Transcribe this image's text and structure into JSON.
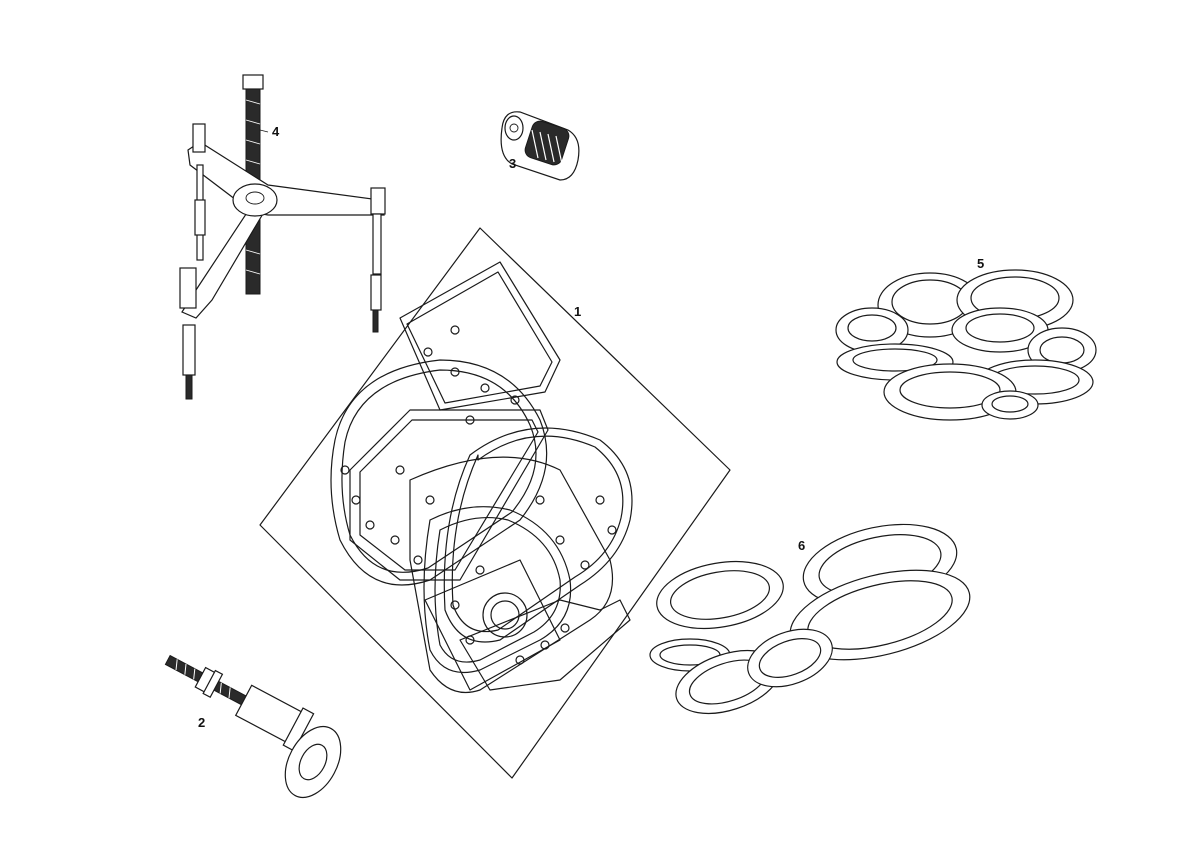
{
  "callouts": {
    "gasket_set": "1",
    "drift_tool": "2",
    "adapter": "3",
    "puller": "4",
    "bearings": "5",
    "oil_seals": "6"
  }
}
